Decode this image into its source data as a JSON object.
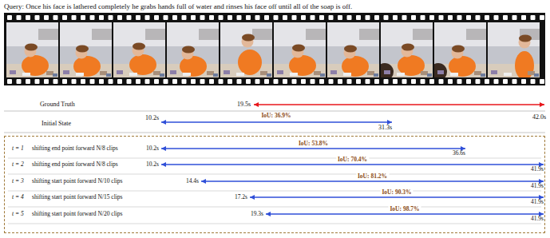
{
  "diagram": {
    "nodes": [
      {
        "text": [
          "t = 1",
          "shifting end point forward N/8 clips",
          "10.2s",
          "IoU: 53.8%",
          "36.6s",
          "t = 2",
          "shifting end point forward N/8 clips",
          "10.2s",
          "IoU: 70.4%",
          "41.9s",
          "t = 3",
          "shifting start point forward N/10 clips",
          "14.4s",
          "IoU: 81.2%",
          "41.9s",
          "t = 4",
          "shifting start point forward N/15 clips",
          "17.2s",
          "IoU: 90.3%",
          "41.9s",
          "t = 5",
          "shifting start point forward N/20 clips",
          "19.3s",
          "IoU: 98.7%",
          "41.9s"
        ]
      }
    ],
    "labels": [
      "Query: Once his face is lathered completely he grabs hands full of water and rinses his face off until all of the soap is off.",
      "Ground Truth",
      "19.5s",
      "42.0s",
      "Initial State",
      "10.2s",
      "IoU: 36.9%",
      "31.3s"
    ]
  }
}
